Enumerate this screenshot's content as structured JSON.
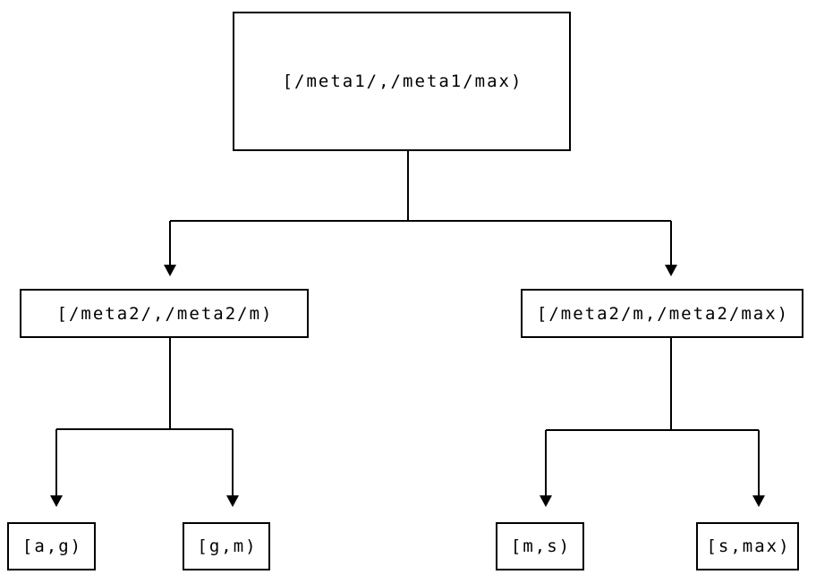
{
  "diagram": {
    "type": "binary-interval-tree",
    "background_color": "#ffffff",
    "line_color": "#000000",
    "box_border_color": "#000000",
    "text_color": "#000000",
    "nodes": {
      "root": {
        "label": "[/meta1/,/meta1/max)"
      },
      "meta2_left": {
        "label": "[/meta2/,/meta2/m)"
      },
      "meta2_right": {
        "label": "[/meta2/m,/meta2/max)"
      },
      "leaf_ag": {
        "label": "[a,g)"
      },
      "leaf_gm": {
        "label": "[g,m)"
      },
      "leaf_ms": {
        "label": "[m,s)"
      },
      "leaf_smax": {
        "label": "[s,max)"
      }
    },
    "edges": [
      {
        "from": "root",
        "to": "meta2_left"
      },
      {
        "from": "root",
        "to": "meta2_right"
      },
      {
        "from": "meta2_left",
        "to": "leaf_ag"
      },
      {
        "from": "meta2_left",
        "to": "leaf_gm"
      },
      {
        "from": "meta2_right",
        "to": "leaf_ms"
      },
      {
        "from": "meta2_right",
        "to": "leaf_smax"
      }
    ]
  }
}
